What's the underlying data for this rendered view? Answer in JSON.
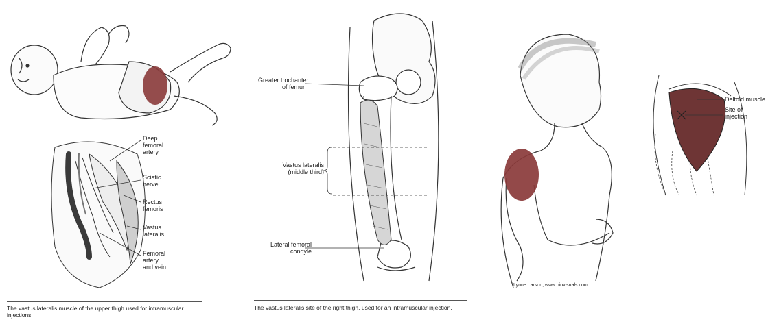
{
  "panel1": {
    "labels": {
      "deep_femoral_artery": "Deep\nfemoral\nartery",
      "sciatic_nerve": "Sciatic\nnerve",
      "rectus_femoris": "Rectus\nfemoris",
      "vastus_lateralis": "Vastus\nlateralis",
      "femoral_artery_vein": "Femoral\nartery\nand vein"
    },
    "caption": "The vastus lateralis muscle of the upper thigh used for intramuscular injections."
  },
  "panel2": {
    "labels": {
      "greater_trochanter": "Greater trochanter\nof femur",
      "vastus_lateralis_middle": "Vastus lateralis\n(middle third)",
      "lateral_femoral_condyle": "Lateral femoral\ncondyle"
    },
    "caption": "The vastus lateralis site of the right thigh, used for an intramuscular injection."
  },
  "panel3": {
    "credit": "Lynne Larson, www.biovisuals.com"
  },
  "panel4": {
    "labels": {
      "deltoid_muscle": "Deltoid muscle",
      "site_of_injection": "Site of\ninjection"
    }
  },
  "colors": {
    "muscle": "#8a3a3a",
    "vessel": "#444444",
    "line": "#333333"
  }
}
